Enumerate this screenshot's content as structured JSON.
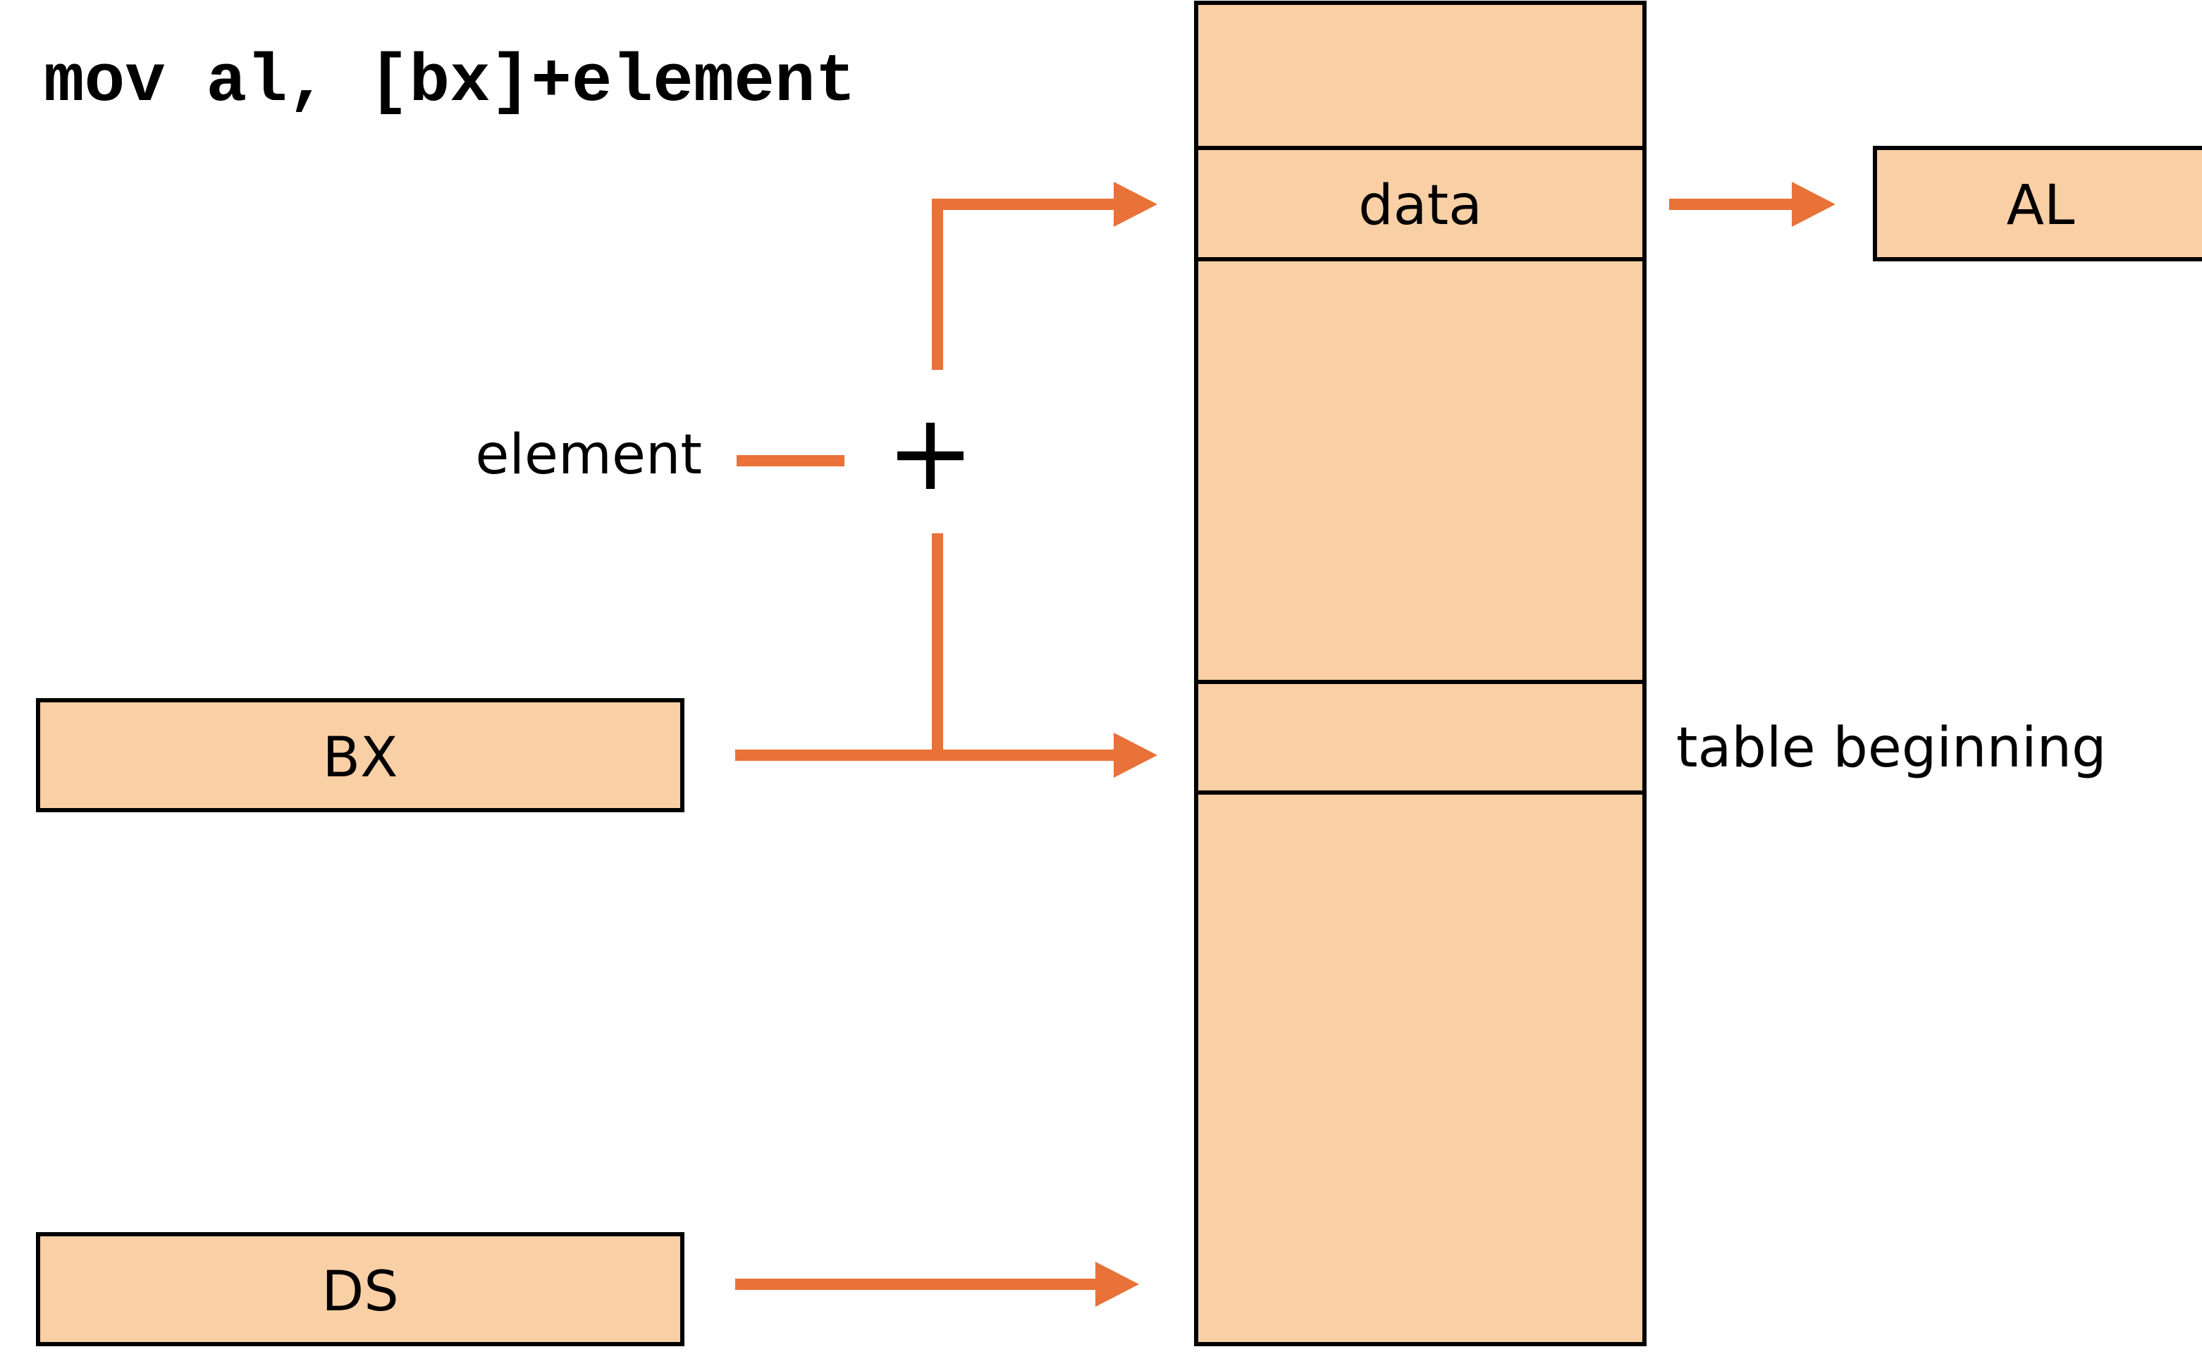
{
  "instruction": "mov al, [bx]+element",
  "labels": {
    "element": "element",
    "plus": "+",
    "table_beginning": "table beginning"
  },
  "registers": {
    "bx": "BX",
    "ds": "DS",
    "al": "AL"
  },
  "memory": {
    "data_cell": "data"
  },
  "colors": {
    "box_fill": "#f9cfa5",
    "arrow": "#e87237",
    "outline": "#000000"
  }
}
